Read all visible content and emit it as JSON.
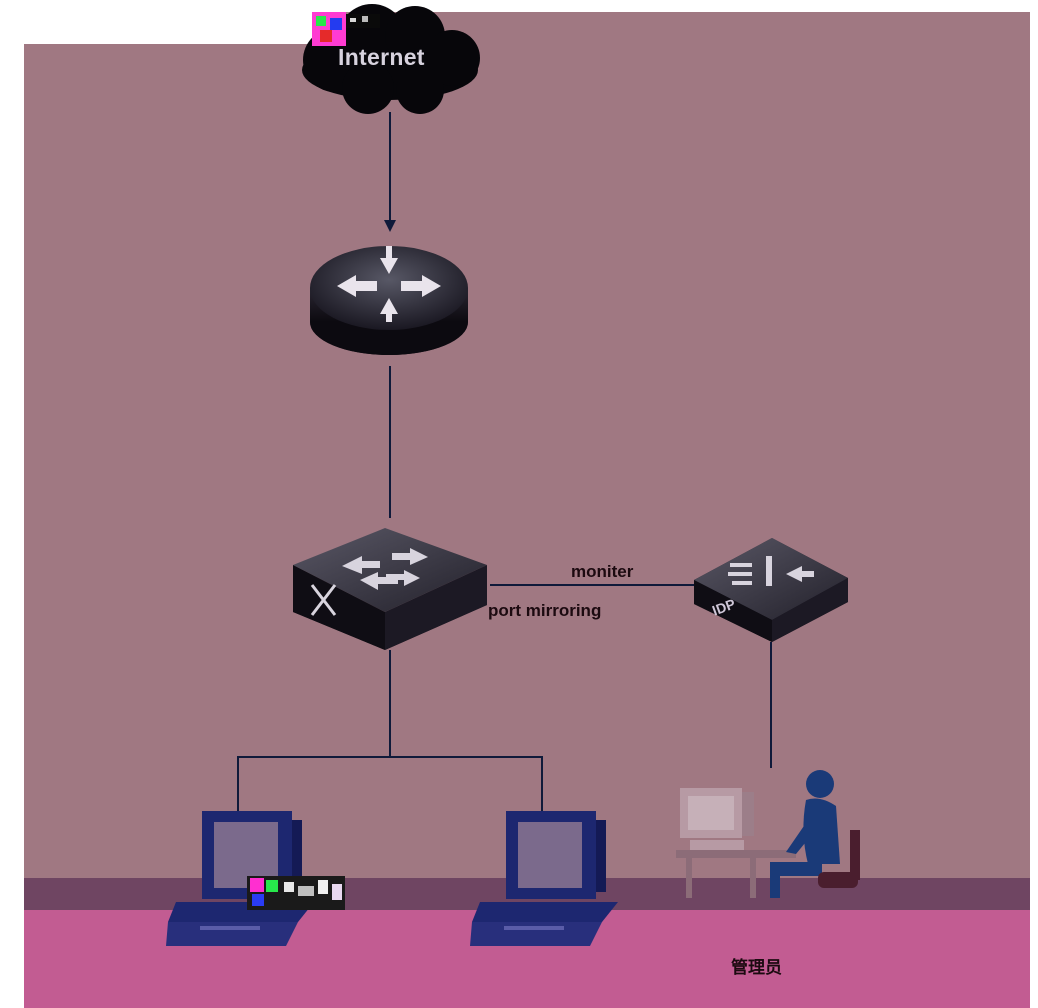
{
  "diagram": {
    "nodes": [
      {
        "id": "internet",
        "type": "cloud",
        "label": "Internet"
      },
      {
        "id": "router",
        "type": "router",
        "label": ""
      },
      {
        "id": "switch",
        "type": "switch",
        "label": ""
      },
      {
        "id": "idp",
        "type": "ids-appliance",
        "label": "IDP"
      },
      {
        "id": "pc-left",
        "type": "workstation",
        "label": ""
      },
      {
        "id": "pc-right",
        "type": "workstation",
        "label": ""
      },
      {
        "id": "admin",
        "type": "administrator",
        "label": "管理员"
      }
    ],
    "edges": [
      {
        "from": "internet",
        "to": "router",
        "arrow": true,
        "label": ""
      },
      {
        "from": "router",
        "to": "switch",
        "arrow": false,
        "label": ""
      },
      {
        "from": "switch",
        "to": "idp",
        "arrow": false,
        "label": "moniter"
      },
      {
        "from": "switch",
        "to": "pc-left",
        "arrow": false,
        "label": ""
      },
      {
        "from": "switch",
        "to": "pc-right",
        "arrow": false,
        "label": ""
      },
      {
        "from": "idp",
        "to": "admin",
        "arrow": false,
        "label": ""
      }
    ],
    "annotations": {
      "internet": "Internet",
      "monitor": "moniter",
      "port_mirroring": "port mirroring",
      "idp": "IDP",
      "admin": "管理员"
    }
  },
  "colors": {
    "background": "#a07882",
    "floor_band": "#6f4562",
    "floor": "#c25c92",
    "device_dark": "#16121c",
    "link": "#0f1a3a",
    "computer": "#1d2770",
    "admin_figure": "#1a3a78"
  }
}
